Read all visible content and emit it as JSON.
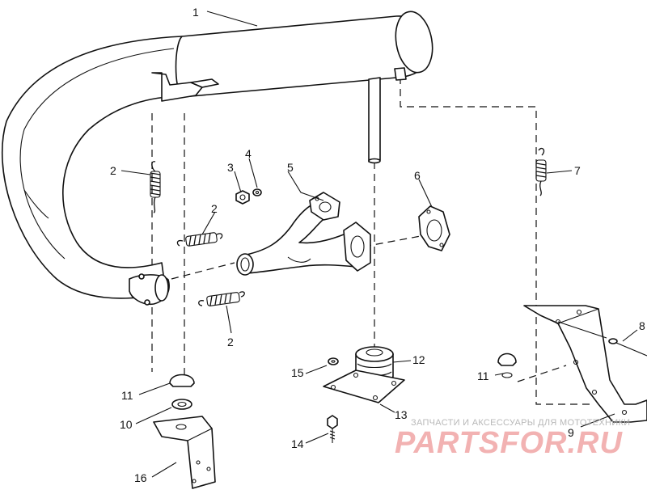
{
  "callouts": [
    "1",
    "2",
    "3",
    "4",
    "5",
    "6",
    "7",
    "8",
    "9",
    "10",
    "11",
    "12",
    "13",
    "14",
    "15",
    "16"
  ],
  "watermark": {
    "caption": "ЗАПЧАСТИ И АКСЕССУАРЫ ДЛЯ МОТОТЕХНИКИ",
    "logo": "PARTSFOR.RU",
    "color": "#f2b2b2"
  }
}
